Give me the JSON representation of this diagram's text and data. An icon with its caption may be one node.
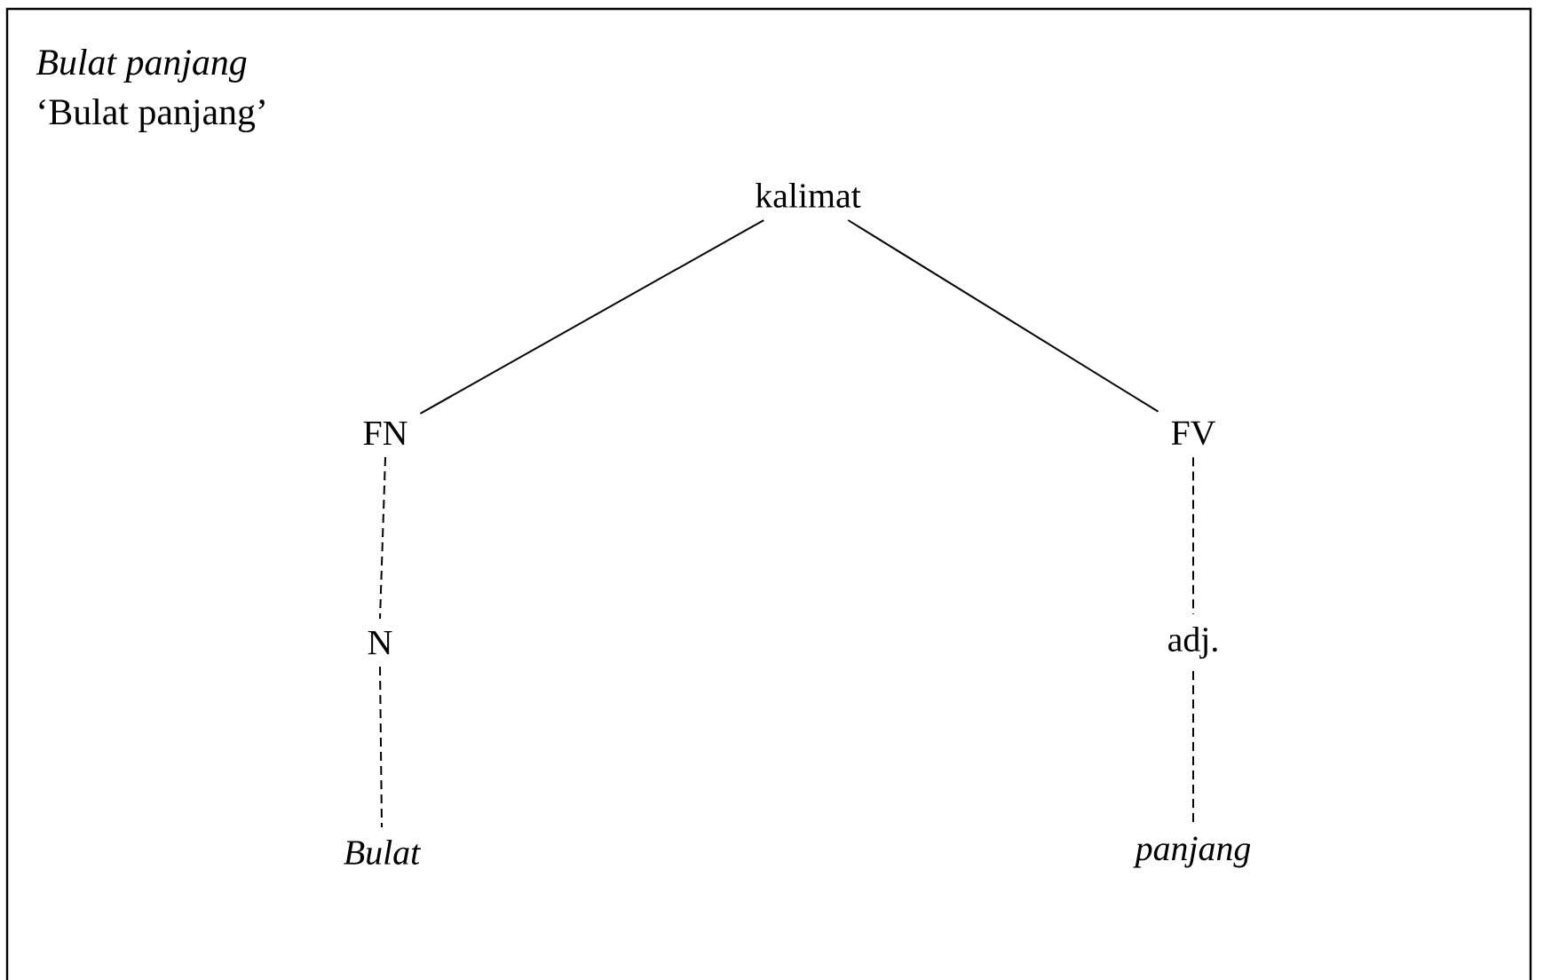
{
  "diagram": {
    "nodes": [
      {
        "text": [
          "kalimat"
        ]
      },
      {
        "text": [
          "FN"
        ]
      },
      {
        "text": [
          "FV"
        ]
      },
      {
        "text": [
          "N"
        ]
      },
      {
        "text": [
          "adj."
        ]
      },
      {
        "text": [
          "Bulat"
        ]
      },
      {
        "text": [
          "panjang"
        ]
      }
    ],
    "edges": [
      {
        "from": 0,
        "to": 1,
        "arrow": "none"
      },
      {
        "from": 0,
        "to": 2,
        "arrow": "none"
      },
      {
        "from": 1,
        "to": 3,
        "arrow": "none",
        "style": "dashed"
      },
      {
        "from": 3,
        "to": 5,
        "arrow": "none",
        "style": "dashed"
      },
      {
        "from": 2,
        "to": 4,
        "arrow": "none",
        "style": "dashed"
      },
      {
        "from": 4,
        "to": 6,
        "arrow": "none",
        "style": "dashed"
      }
    ],
    "labels": [
      "Bulat panjang",
      "‘Bulat panjang’"
    ]
  }
}
